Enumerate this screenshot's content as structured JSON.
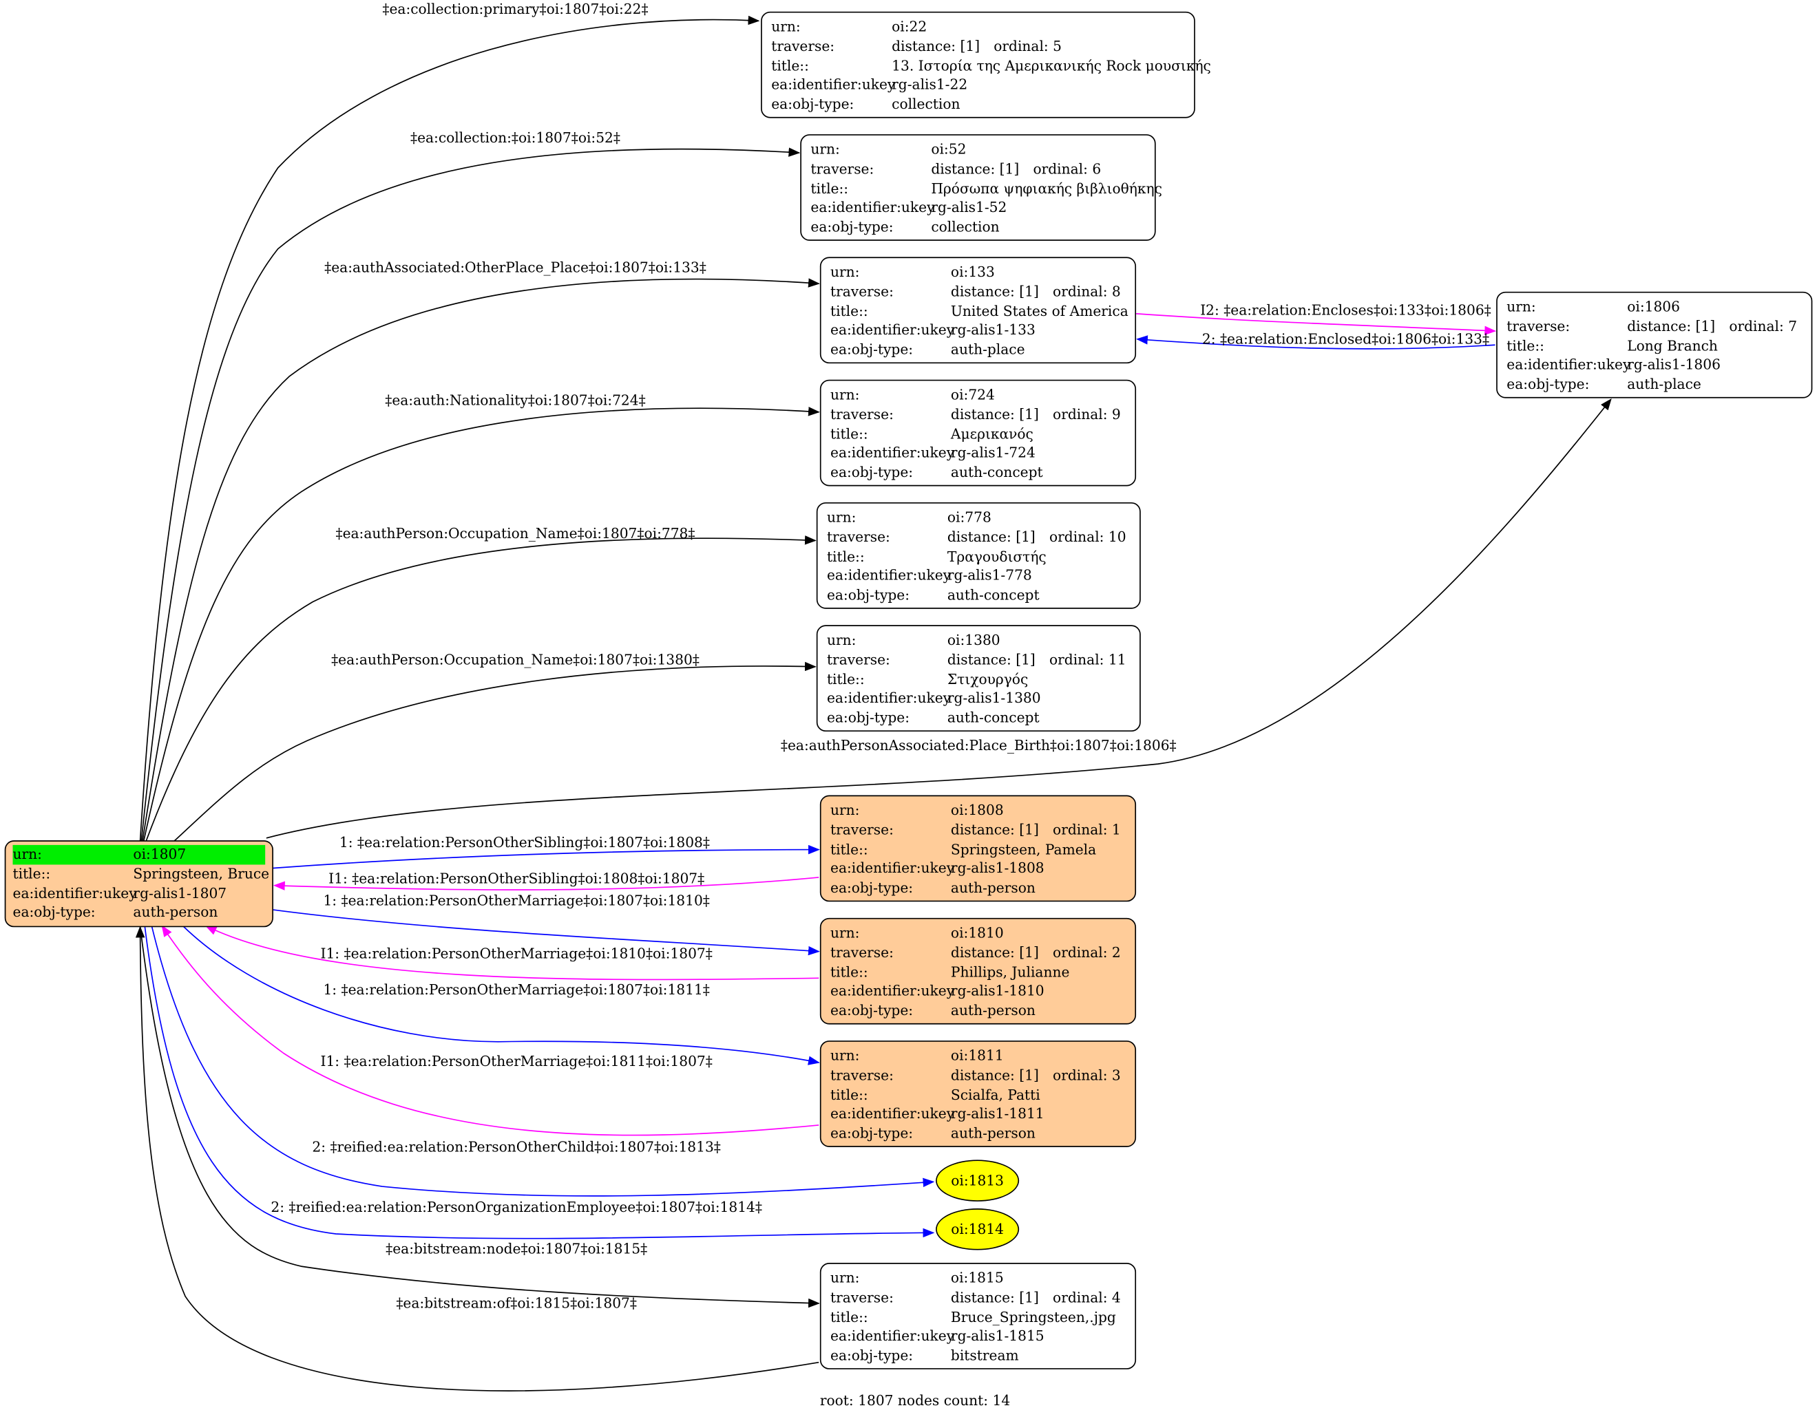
{
  "field_labels": {
    "urn": "urn:",
    "traverse": "traverse:",
    "title": "title::",
    "ukey": "ea:identifier:ukey",
    "objtype": "ea:obj-type:"
  },
  "root_node": {
    "urn": "oi:1807",
    "title": "Springsteen, Bruce",
    "ukey": "rg-alis1-1807",
    "objtype": "auth-person"
  },
  "nodes": [
    {
      "urn": "oi:22",
      "traverse": "distance: [1]",
      "ordinal": "ordinal: 5",
      "title": "13. Ιστορία της Αμερικανικής Rock μουσικής",
      "ukey": "rg-alis1-22",
      "objtype": "collection"
    },
    {
      "urn": "oi:52",
      "traverse": "distance: [1]",
      "ordinal": "ordinal: 6",
      "title": "Πρόσωπα ψηφιακής βιβλιοθήκης",
      "ukey": "rg-alis1-52",
      "objtype": "collection"
    },
    {
      "urn": "oi:133",
      "traverse": "distance: [1]",
      "ordinal": "ordinal: 8",
      "title": "United States of America",
      "ukey": "rg-alis1-133",
      "objtype": "auth-place"
    },
    {
      "urn": "oi:1806",
      "traverse": "distance: [1]",
      "ordinal": "ordinal: 7",
      "title": "Long Branch",
      "ukey": "rg-alis1-1806",
      "objtype": "auth-place"
    },
    {
      "urn": "oi:724",
      "traverse": "distance: [1]",
      "ordinal": "ordinal: 9",
      "title": "Αμερικανός",
      "ukey": "rg-alis1-724",
      "objtype": "auth-concept"
    },
    {
      "urn": "oi:778",
      "traverse": "distance: [1]",
      "ordinal": "ordinal: 10",
      "title": "Τραγουδιστής",
      "ukey": "rg-alis1-778",
      "objtype": "auth-concept"
    },
    {
      "urn": "oi:1380",
      "traverse": "distance: [1]",
      "ordinal": "ordinal: 11",
      "title": "Στιχουργός",
      "ukey": "rg-alis1-1380",
      "objtype": "auth-concept"
    },
    {
      "urn": "oi:1808",
      "traverse": "distance: [1]",
      "ordinal": "ordinal: 1",
      "title": "Springsteen, Pamela",
      "ukey": "rg-alis1-1808",
      "objtype": "auth-person"
    },
    {
      "urn": "oi:1810",
      "traverse": "distance: [1]",
      "ordinal": "ordinal: 2",
      "title": "Phillips, Julianne",
      "ukey": "rg-alis1-1810",
      "objtype": "auth-person"
    },
    {
      "urn": "oi:1811",
      "traverse": "distance: [1]",
      "ordinal": "ordinal: 3",
      "title": "Scialfa, Patti",
      "ukey": "rg-alis1-1811",
      "objtype": "auth-person"
    },
    {
      "urn": "oi:1815",
      "traverse": "distance: [1]",
      "ordinal": "ordinal: 4",
      "title": "Bruce_Springsteen,.jpg",
      "ukey": "rg-alis1-1815",
      "objtype": "bitstream"
    }
  ],
  "reified_nodes": [
    "oi:1813",
    "oi:1814"
  ],
  "edges": [
    {
      "label": "‡ea:collection:primary‡oi:1807‡oi:22‡",
      "color": "#000000"
    },
    {
      "label": "‡ea:collection:‡oi:1807‡oi:52‡",
      "color": "#000000"
    },
    {
      "label": "‡ea:authAssociated:OtherPlace_Place‡oi:1807‡oi:133‡",
      "color": "#000000"
    },
    {
      "label": "‡ea:auth:Nationality‡oi:1807‡oi:724‡",
      "color": "#000000"
    },
    {
      "label": "‡ea:authPerson:Occupation_Name‡oi:1807‡oi:778‡",
      "color": "#000000"
    },
    {
      "label": "‡ea:authPerson:Occupation_Name‡oi:1807‡oi:1380‡",
      "color": "#000000"
    },
    {
      "label": "‡ea:authPersonAssociated:Place_Birth‡oi:1807‡oi:1806‡",
      "color": "#000000"
    },
    {
      "label": "I2: ‡ea:relation:Encloses‡oi:133‡oi:1806‡",
      "color": "#ff00ff"
    },
    {
      "label": "2: ‡ea:relation:Enclosed‡oi:1806‡oi:133‡",
      "color": "#0000ff"
    },
    {
      "label": "1: ‡ea:relation:PersonOtherSibling‡oi:1807‡oi:1808‡",
      "color": "#0000ff"
    },
    {
      "label": "I1: ‡ea:relation:PersonOtherSibling‡oi:1808‡oi:1807‡",
      "color": "#ff00ff"
    },
    {
      "label": "1: ‡ea:relation:PersonOtherMarriage‡oi:1807‡oi:1810‡",
      "color": "#0000ff"
    },
    {
      "label": "I1: ‡ea:relation:PersonOtherMarriage‡oi:1810‡oi:1807‡",
      "color": "#ff00ff"
    },
    {
      "label": "1: ‡ea:relation:PersonOtherMarriage‡oi:1807‡oi:1811‡",
      "color": "#0000ff"
    },
    {
      "label": "I1: ‡ea:relation:PersonOtherMarriage‡oi:1811‡oi:1807‡",
      "color": "#ff00ff"
    },
    {
      "label": "2: ‡reified:ea:relation:PersonOtherChild‡oi:1807‡oi:1813‡",
      "color": "#0000ff"
    },
    {
      "label": "2: ‡reified:ea:relation:PersonOrganizationEmployee‡oi:1807‡oi:1814‡",
      "color": "#0000ff"
    },
    {
      "label": "‡ea:bitstream:node‡oi:1807‡oi:1815‡",
      "color": "#000000"
    },
    {
      "label": "‡ea:bitstream:of‡oi:1815‡oi:1807‡",
      "color": "#000000"
    }
  ],
  "footer": "root: 1807 nodes count: 14"
}
